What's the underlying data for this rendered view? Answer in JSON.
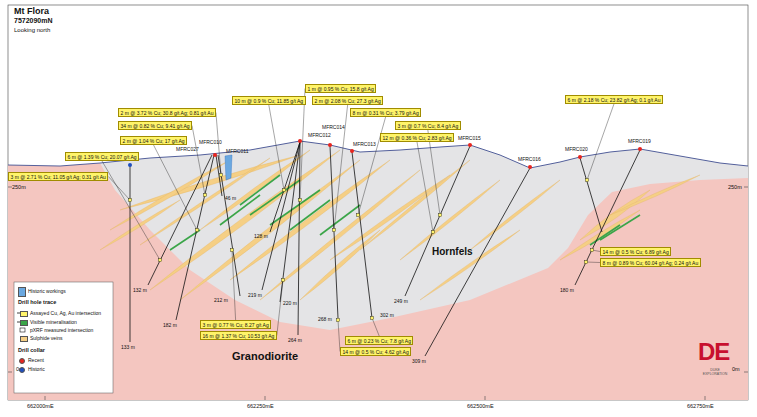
{
  "diagram": {
    "title": "Mt Flora",
    "nodes": [
      {
        "text": [
          "1 m @ 0.95 % Cu; 15.8 g/t Ag"
        ]
      },
      {
        "text": [
          "6 m @ 2.18 % Cu; 23.82 g/t Ag; 0.1 g/t Au"
        ]
      },
      {
        "text": [
          "10 m @ 0.9 % Cu; 11.85 g/t Ag"
        ]
      },
      {
        "text": [
          "2 m @ 2.08 % Cu; 27.3 g/t Ag"
        ]
      },
      {
        "text": [
          "2 m @ 3.72 % Cu; 30.8 g/t Ag; 0.81 g/t Au"
        ]
      },
      {
        "text": [
          "8 m @ 0.31 % Cu; 3.79 g/t Ag"
        ]
      },
      {
        "text": [
          "34 m @ 0.82 % Cu; 9.41 g/t Ag"
        ]
      },
      {
        "text": [
          "3 m @ 0.7 % Cu; 8.4 g/t Ag"
        ]
      },
      {
        "text": [
          "2 m @ 1.04 % Cu; 17 g/t Ag"
        ]
      },
      {
        "text": [
          "12 m @ 0.36 % Cu; 2.83 g/t Ag"
        ]
      },
      {
        "text": [
          "6 m @ 1.39 % Cu; 20.07 g/t Ag"
        ]
      },
      {
        "text": [
          "3 m @ 2.71 % Cu; 11.05 g/t Ag; 0.31 g/t Au"
        ]
      },
      {
        "text": [
          "14 m @ 0.5 % Cu; 6.89 g/t Ag"
        ]
      },
      {
        "text": [
          "8 m @ 0.89 % Cu; 60.04 g/t Ag; 0.24 g/t Au"
        ]
      },
      {
        "text": [
          "3 m @ 0.77 % Cu; 8.27 g/t Ag"
        ]
      },
      {
        "text": [
          "16 m @ 1.37 % Cu; 10.53 g/t Ag"
        ]
      },
      {
        "text": [
          "6 m @ 0.23 % Cu; 7.8 g/t Ag"
        ]
      },
      {
        "text": [
          "14 m @ 0.5 % Cu; 4.62 g/t Ag"
        ]
      }
    ],
    "labels": [
      "7572090mN",
      "Looking north",
      "250m",
      "250m",
      "0m",
      "0m",
      "662000mE",
      "662250mE",
      "662500mE",
      "662750mE",
      "MFRC027",
      "MFRC010",
      "MFRC011",
      "MFRC012",
      "MFRC014",
      "MFRC013",
      "MFRC015",
      "MFRC016",
      "MFRC020",
      "MFRC019",
      "46 m",
      "128 m",
      "132 m",
      "182 m",
      "212 m",
      "219 m",
      "220 m",
      "264 m",
      "133 m",
      "268 m",
      "302 m",
      "249 m",
      "309 m",
      "180 m",
      "Hornfels",
      "Granodiorite",
      "DE",
      "DUKE EXPLORATION"
    ],
    "legend": [
      {
        "text": "Historic workings",
        "color": "#6aa8e0"
      },
      {
        "text": "Drill hole trace"
      },
      {
        "text": "Assayed Cu, Ag, Au intersection",
        "color": "#fff46a"
      },
      {
        "text": "Visible mineralisation",
        "color": "#3aa548"
      },
      {
        "text": "pXRF measured intersection"
      },
      {
        "text": "Sulphide veins",
        "color": "#f5cf85"
      },
      {
        "text": "Drill collar"
      },
      {
        "text": "Recent",
        "color": "#e8251f"
      },
      {
        "text": "Historic",
        "color": "#1f4fbf"
      }
    ]
  }
}
